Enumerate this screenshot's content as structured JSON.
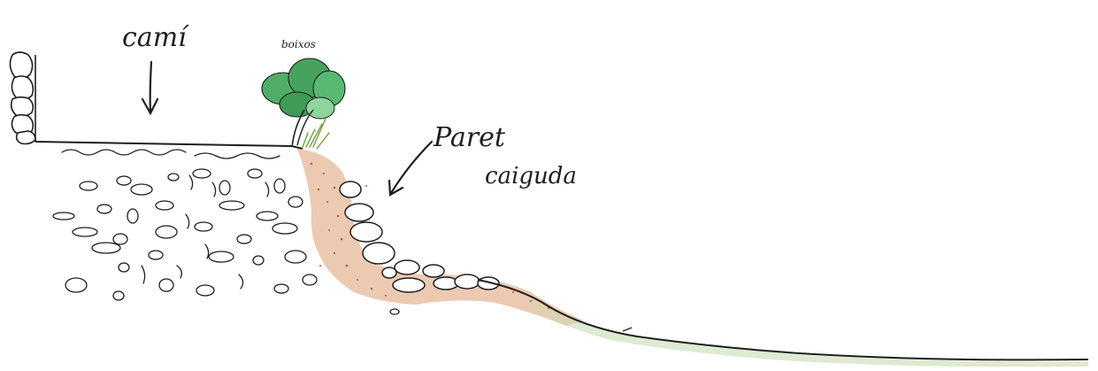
{
  "labels": {
    "path": "camí",
    "bushes": "boixos",
    "wall_line1": "Paret",
    "wall_line2": "caiguda"
  },
  "colors": {
    "ink": "#1e1e1e",
    "soil": "#d9a27e",
    "soil_dots": "#b0603c",
    "foliage": "#3f9b56",
    "foliage_light": "#8fd49a",
    "grass": "#6f9e3f",
    "ground_tint": "#c9dcb4"
  }
}
